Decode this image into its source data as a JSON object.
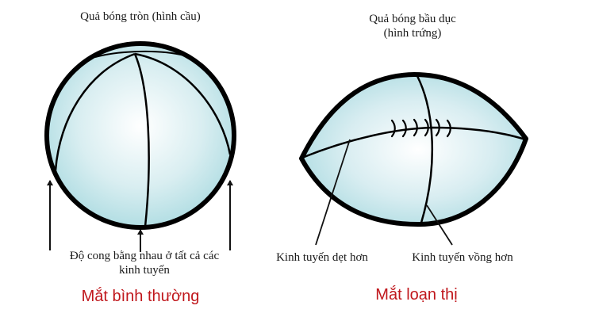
{
  "diagram": {
    "normal_eye": {
      "title": "Quả bóng tròn (hình cầu)",
      "annotation_line1": "Độ cong bằng nhau ở tất cả các",
      "annotation_line2": "kinh tuyến",
      "caption": "Mắt bình thường",
      "shape": "sphere",
      "arrow_count": 3
    },
    "astigmatism_eye": {
      "title_line1": "Quả bóng bầu dục",
      "title_line2": "(hình trứng)",
      "label_flat_meridian": "Kinh tuyến dẹt hơn",
      "label_steep_meridian": "Kinh tuyến vồng hơn",
      "caption": "Mắt loạn thị",
      "shape": "rugby-ball",
      "stitch_count": 6
    },
    "colors": {
      "fill_edge": "#a9dae0",
      "fill_center": "#ffffff",
      "outline": "#000000",
      "caption": "#c0171c",
      "text": "#1a1a1a"
    }
  }
}
